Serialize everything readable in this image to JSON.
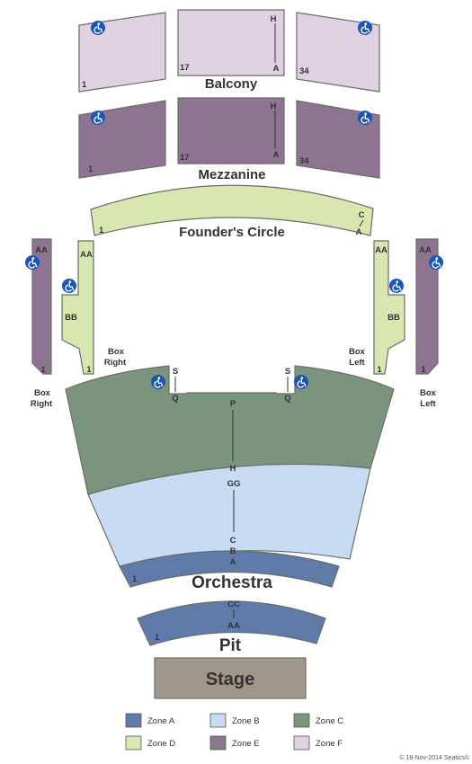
{
  "colors": {
    "zone_a": "#5f7ba9",
    "zone_b": "#c7dcf2",
    "zone_c": "#7b957c",
    "zone_d": "#d8e7b0",
    "zone_e": "#8d7592",
    "zone_f": "#dfd1e1",
    "stage": "#a1968a",
    "ada": "#1a56b8"
  },
  "sections": {
    "balcony": {
      "label": "Balcony",
      "row_top": "H",
      "row_bottom": "A",
      "seat_left": "1",
      "seat_mid": "17",
      "seat_right": "34"
    },
    "mezzanine": {
      "label": "Mezzanine",
      "row_top": "H",
      "row_bottom": "A",
      "seat_left": "1",
      "seat_mid": "17",
      "seat_right": "34"
    },
    "founders_circle": {
      "label": "Founder's Circle",
      "row_top": "C",
      "row_bottom": "A",
      "seat": "1"
    },
    "box_right_outer": {
      "label": "Box\nRight",
      "line1": "Box",
      "line2": "Right",
      "row_top": "AA",
      "seat": "1"
    },
    "box_right_inner": {
      "line1": "Box",
      "line2": "Right",
      "row_top": "AA",
      "row_mid": "BB",
      "seat": "1"
    },
    "box_left_inner": {
      "line1": "Box",
      "line2": "Left",
      "row_top": "AA",
      "row_mid": "BB",
      "seat": "1"
    },
    "box_left_outer": {
      "line1": "Box",
      "line2": "Left",
      "row_top": "AA",
      "seat": "1"
    },
    "orchestra": {
      "label": "Orchestra",
      "rear_left_s": "S",
      "rear_left_q": "Q",
      "rear_right_s": "S",
      "rear_right_q": "Q",
      "row_p": "P",
      "row_h": "H",
      "row_gg": "GG",
      "row_c": "C",
      "row_b": "B",
      "row_a": "A",
      "seat": "1"
    },
    "pit": {
      "label": "Pit",
      "row_top": "CC",
      "row_bottom": "AA",
      "seat": "1"
    },
    "stage": {
      "label": "Stage"
    }
  },
  "legend": [
    {
      "label": "Zone A",
      "color": "#5f7ba9"
    },
    {
      "label": "Zone B",
      "color": "#c7dcf2"
    },
    {
      "label": "Zone C",
      "color": "#7b957c"
    },
    {
      "label": "Zone D",
      "color": "#d8e7b0"
    },
    {
      "label": "Zone E",
      "color": "#8d7592"
    },
    {
      "label": "Zone F",
      "color": "#dfd1e1"
    }
  ],
  "copyright": "© 18-Nov-2014 Seatics©"
}
